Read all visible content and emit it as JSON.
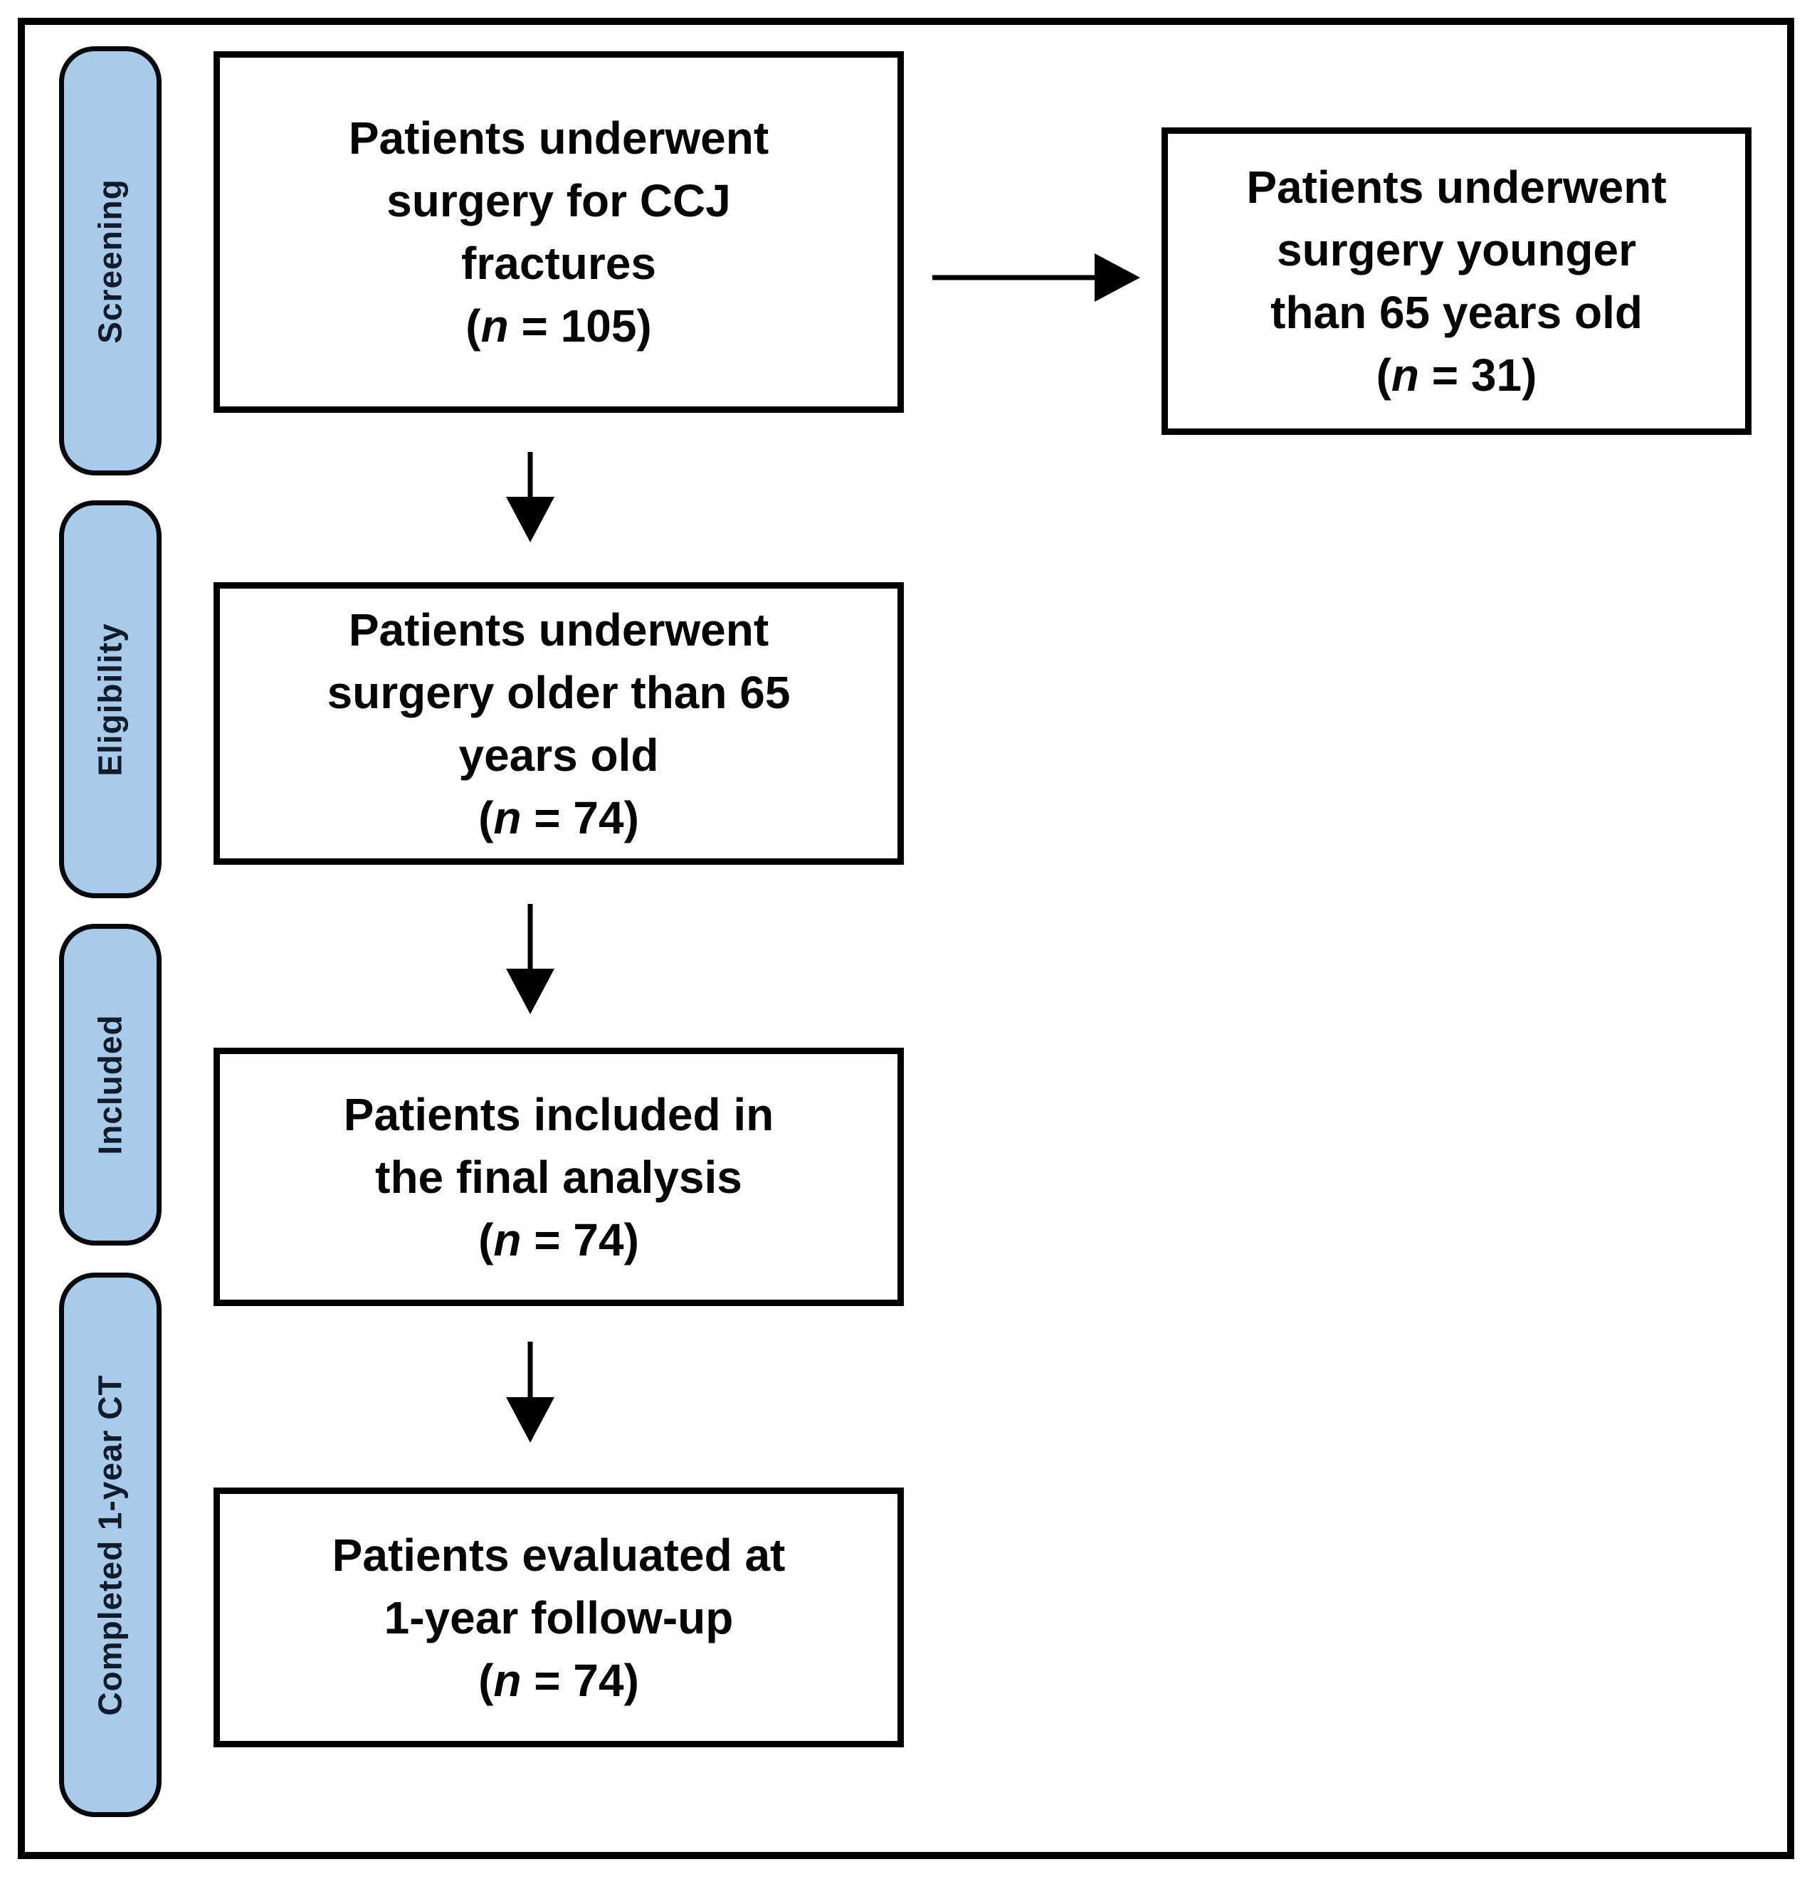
{
  "stages": [
    {
      "label": "Screening"
    },
    {
      "label": "Eligibility"
    },
    {
      "label": "Included"
    },
    {
      "label": "Completed 1-year CT"
    }
  ],
  "boxes": {
    "screened": {
      "lines": [
        "Patients underwent",
        "surgery for CCJ",
        "fractures"
      ],
      "n_open": "(",
      "n_var": "n",
      "n_rest": " = 105)"
    },
    "excluded": {
      "lines": [
        "Patients underwent",
        "surgery younger",
        "than 65 years old"
      ],
      "n_open": "(",
      "n_var": "n",
      "n_rest": " = 31)"
    },
    "eligible": {
      "lines": [
        "Patients underwent",
        "surgery older than 65",
        "years old"
      ],
      "n_open": "(",
      "n_var": "n",
      "n_rest": " = 74)"
    },
    "included": {
      "lines": [
        "Patients included in",
        "the final analysis"
      ],
      "n_open": "(",
      "n_var": "n",
      "n_rest": " = 74)"
    },
    "followup": {
      "lines": [
        "Patients evaluated at",
        "1-year follow-up"
      ],
      "n_open": "(",
      "n_var": "n",
      "n_rest": " = 74)"
    }
  },
  "colors": {
    "stage_fill": "#a9cae9",
    "stage_border": "#05080c",
    "stage_text": "#101b2c",
    "box_border": "#000000",
    "box_text": "#050505",
    "arrow": "#000000",
    "frame_border": "#000000",
    "background": "#ffffff"
  }
}
